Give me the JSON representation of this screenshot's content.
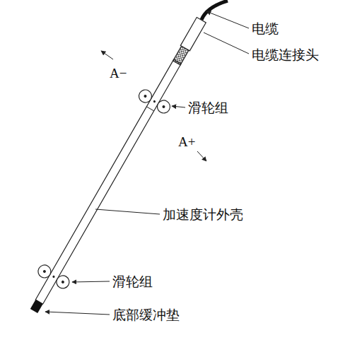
{
  "diagram": {
    "labels": [
      "电缆",
      "电缆连接头",
      "滑轮组",
      "A−",
      "A+",
      "加速度计外壳",
      "滑轮组",
      "底部缓冲垫"
    ]
  }
}
